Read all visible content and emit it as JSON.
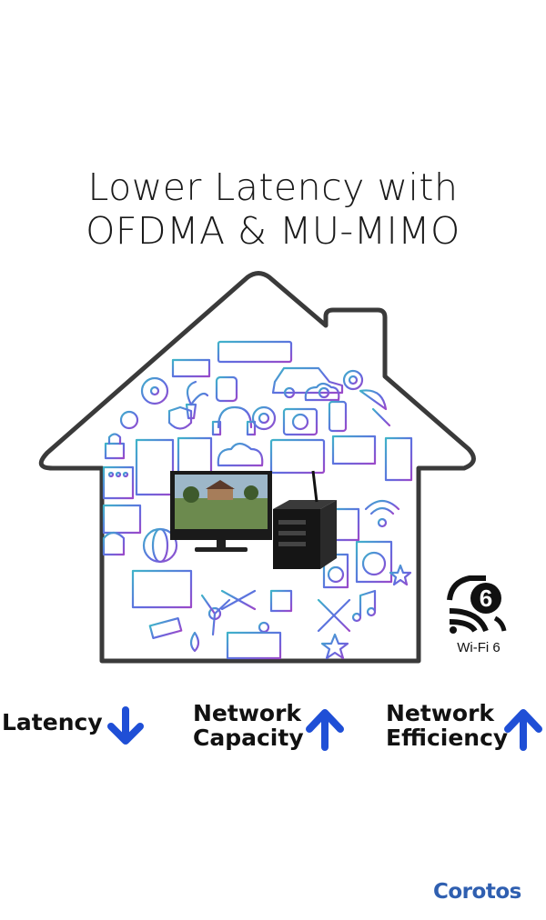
{
  "title": {
    "line1": "Lower Latency with",
    "line2": "OFDMA & MU-MIMO"
  },
  "house_illustration": {
    "icons": [
      "battery-icon",
      "car-icon",
      "fan-icon",
      "plant-icon",
      "watch-icon",
      "camera-icon",
      "cloud-icon",
      "phone-icon",
      "lock-icon",
      "monitor-icon",
      "laptop-icon",
      "door-icon",
      "fridge-icon",
      "mailbox-icon",
      "globe-icon",
      "washer-icon",
      "speaker-icon",
      "snowflake-icon",
      "plug-icon",
      "tools-icon",
      "music-icon",
      "radiator-icon",
      "satellite-icon",
      "shield-icon",
      "gear-icon",
      "headphones-icon"
    ],
    "outline_color": "#3a3a3a",
    "icon_gradient": [
      "#3fb3c9",
      "#5f5fe0",
      "#9b49c9"
    ]
  },
  "badge": {
    "number": "6",
    "label": "Wi-Fi 6"
  },
  "metrics": [
    {
      "lines": [
        "Latency"
      ],
      "direction": "down",
      "arrow_icon": "arrow-down-icon"
    },
    {
      "lines": [
        "Network",
        "Capacity"
      ],
      "direction": "up",
      "arrow_icon": "arrow-up-icon"
    },
    {
      "lines": [
        "Network",
        "Efficiency"
      ],
      "direction": "up",
      "arrow_icon": "arrow-up-icon"
    }
  ],
  "colors": {
    "arrow": "#1f4fd6",
    "brand": "#2f5fb0"
  },
  "brand": "Corotos"
}
